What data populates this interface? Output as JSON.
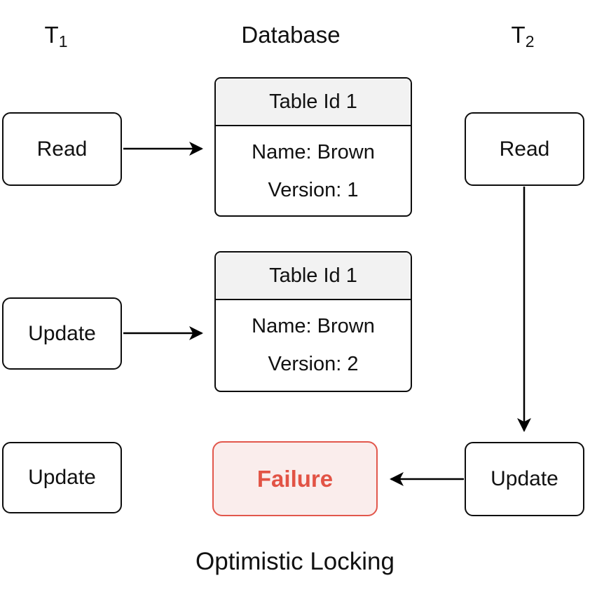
{
  "diagram": {
    "columns": {
      "t1": {
        "base": "T",
        "sub": "1"
      },
      "database": "Database",
      "t2": {
        "base": "T",
        "sub": "2"
      }
    },
    "t1_steps": [
      "Read",
      "Update",
      "Update"
    ],
    "t2_steps": [
      "Read",
      "Update"
    ],
    "tables": [
      {
        "header": "Table Id 1",
        "rows": [
          "Name: Brown",
          "Version: 1"
        ]
      },
      {
        "header": "Table Id 1",
        "rows": [
          "Name: Brown",
          "Version: 2"
        ]
      }
    ],
    "failure": {
      "label": "Failure"
    },
    "caption": "Optimistic Locking",
    "colors": {
      "line": "#000000",
      "box_border": "#0d0d0d",
      "table_header_bg": "#f2f2f2",
      "failure_border": "#e2574c",
      "failure_bg": "#faedec",
      "failure_text": "#e25345"
    }
  }
}
